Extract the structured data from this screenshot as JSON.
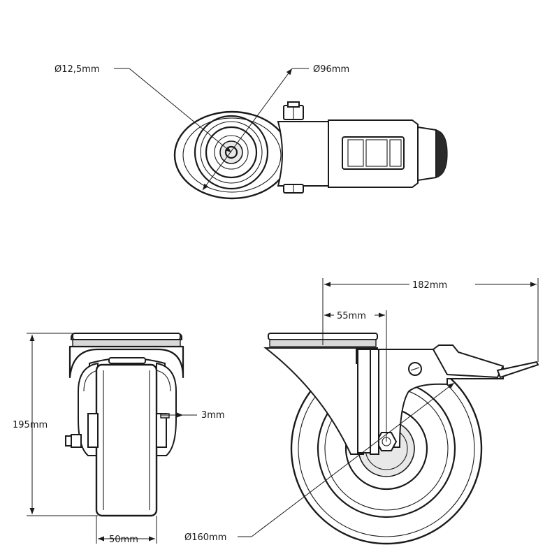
{
  "dimensions": {
    "bolt_hole_diameter": "Ø12,5mm",
    "bolt_circle_diameter": "Ø96mm",
    "total_height": "195mm",
    "wheel_width": "50mm",
    "plate_thickness": "3mm",
    "offset": "55mm",
    "total_length": "182mm",
    "wheel_diameter": "Ø160mm"
  }
}
